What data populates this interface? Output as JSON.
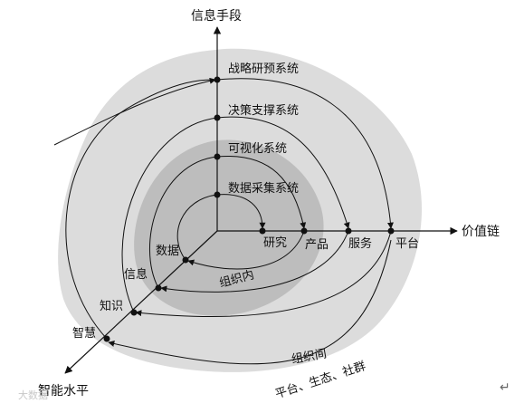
{
  "axes": {
    "vertical_label": "信息手段",
    "horizontal_label": "价值链",
    "diagonal_label": "智能水平"
  },
  "vertical_nodes": [
    "数据采集系统",
    "可视化系统",
    "决策支撑系统",
    "战略研预系统"
  ],
  "horizontal_nodes": [
    "研究",
    "产品",
    "服务",
    "平台"
  ],
  "diagonal_nodes": [
    "数据",
    "信息",
    "知识",
    "智慧"
  ],
  "region_labels": {
    "inner": "组织内",
    "outer_line1": "组织间",
    "outer_line2": "平台、生态、社群"
  },
  "watermark": "大数据",
  "return_mark": "↵",
  "colors": {
    "outer_region": "#dcdcdc",
    "inner_region": "#bdbdbd",
    "line": "#111111"
  }
}
